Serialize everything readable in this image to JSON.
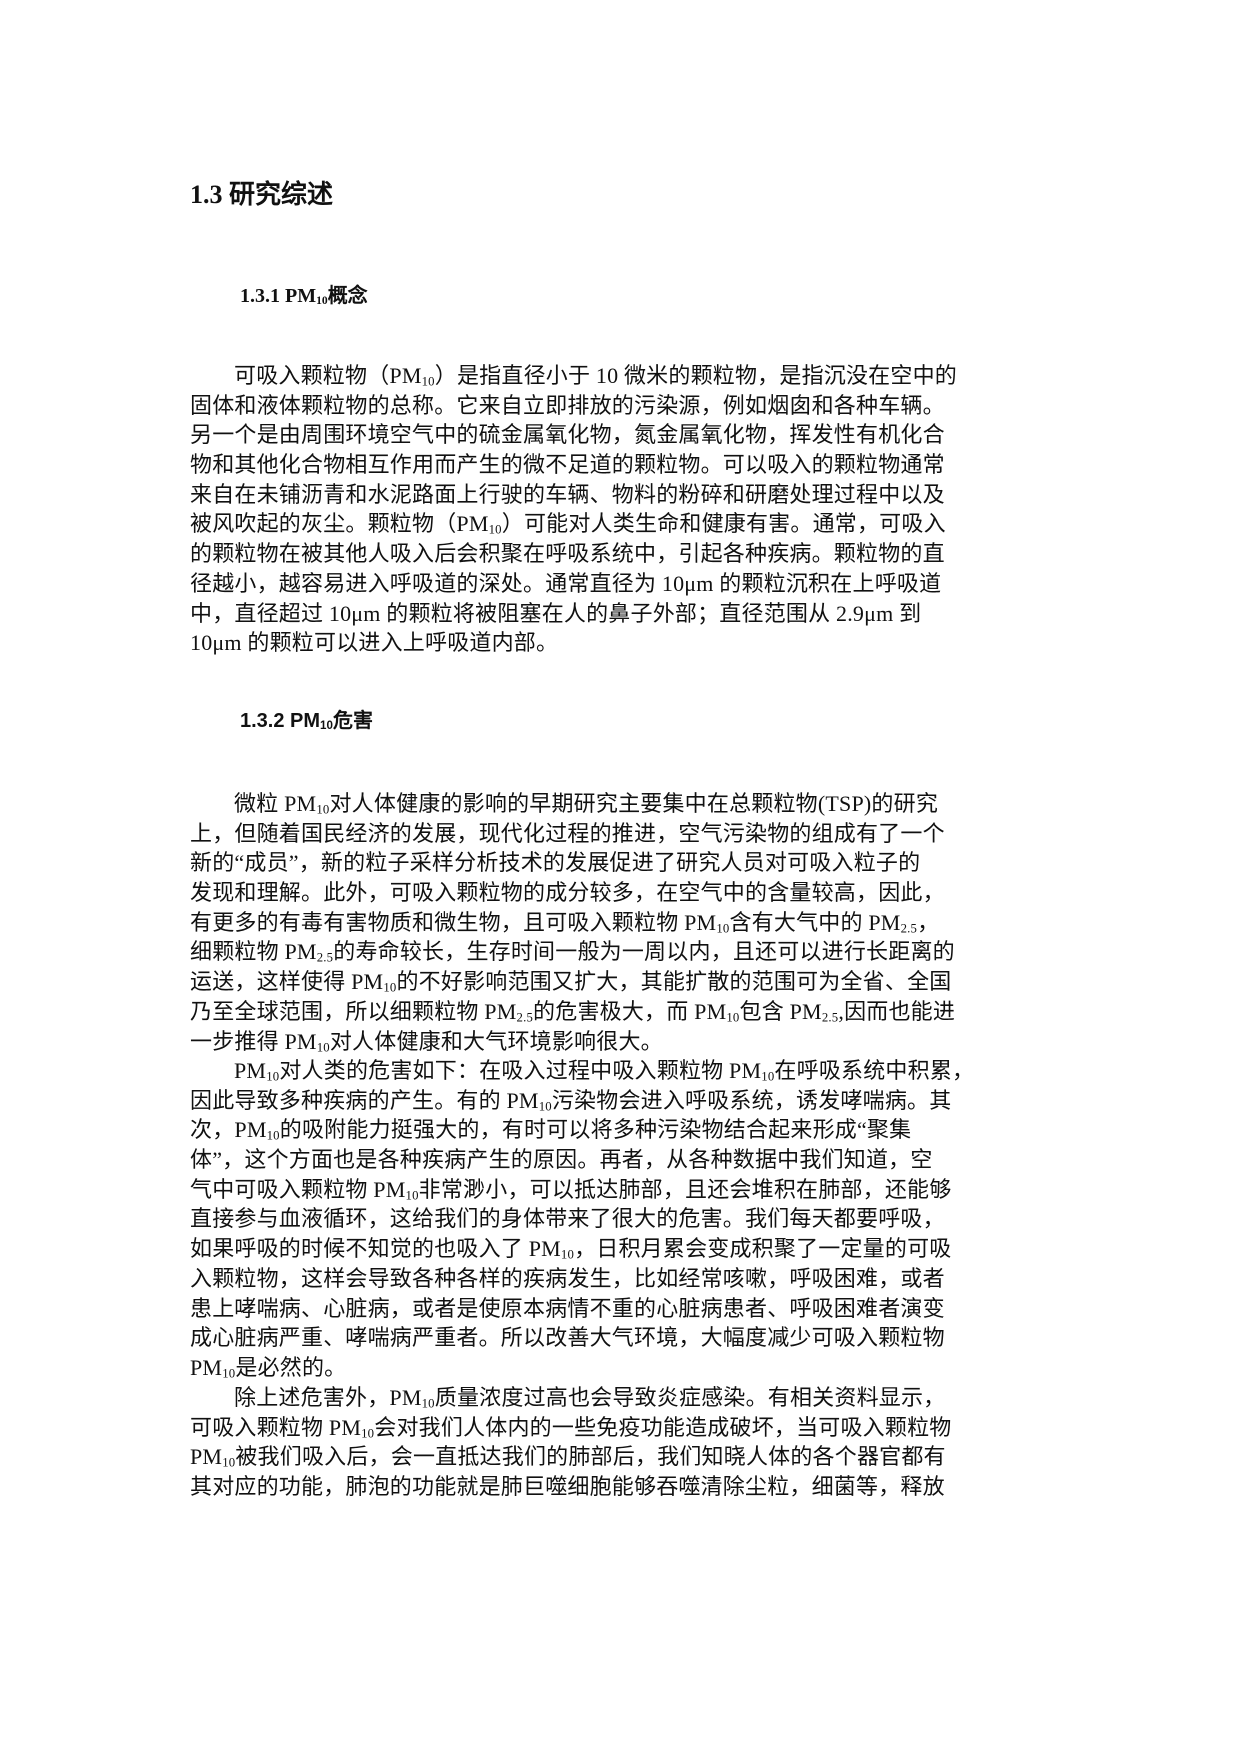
{
  "document": {
    "section_title": "1.3 研究综述",
    "subsections": [
      {
        "heading_prefix": "1.3.1 PM",
        "heading_sub": "10",
        "heading_suffix": "概念",
        "paragraphs": [
          {
            "lines": [
              [
                {
                  "t": "可吸入颗粒物（PM"
                },
                {
                  "s": "10"
                },
                {
                  "t": "）是指直径小于 10 微米的颗粒物，是指沉没在空中的"
                }
              ],
              [
                {
                  "t": "固体和液体颗粒物的总称。它来自立即排放的污染源，例如烟囱和各种车辆。"
                }
              ],
              [
                {
                  "t": "另一个是由周围环境空气中的硫金属氧化物，氮金属氧化物，挥发性有机化合"
                }
              ],
              [
                {
                  "t": "物和其他化合物相互作用而产生的微不足道的颗粒物。可以吸入的颗粒物通常"
                }
              ],
              [
                {
                  "t": "来自在未铺沥青和水泥路面上行驶的车辆、物料的粉碎和研磨处理过程中以及"
                }
              ],
              [
                {
                  "t": "被风吹起的灰尘。颗粒物（PM"
                },
                {
                  "s": "10"
                },
                {
                  "t": "）可能对人类生命和健康有害。通常，可吸入"
                }
              ],
              [
                {
                  "t": "的颗粒物在被其他人吸入后会积聚在呼吸系统中，引起各种疾病。颗粒物的直"
                }
              ],
              [
                {
                  "t": "径越小，越容易进入呼吸道的深处。通常直径为 10μm 的颗粒沉积在上呼吸道"
                }
              ],
              [
                {
                  "t": "中，直径超过 10μm 的颗粒将被阻塞在人的鼻子外部；直径范围从 2.9μm 到"
                }
              ],
              [
                {
                  "t": "10μm 的颗粒可以进入上呼吸道内部。"
                }
              ]
            ]
          }
        ]
      },
      {
        "heading_prefix": "1.3.2 PM",
        "heading_sub": "10",
        "heading_suffix": "危害",
        "paragraphs": [
          {
            "lines": [
              [
                {
                  "t": "微粒 PM"
                },
                {
                  "s": "10"
                },
                {
                  "t": "对人体健康的影响的早期研究主要集中在总颗粒物(TSP)的研究"
                }
              ],
              [
                {
                  "t": "上，但随着国民经济的发展，现代化过程的推进，空气污染物的组成有了一个"
                }
              ],
              [
                {
                  "t": "新的“成员”，新的粒子采样分析技术的发展促进了研究人员对可吸入粒子的"
                }
              ],
              [
                {
                  "t": "发现和理解。此外，可吸入颗粒物的成分较多，在空气中的含量较高，因此，"
                }
              ],
              [
                {
                  "t": "有更多的有毒有害物质和微生物，且可吸入颗粒物 PM"
                },
                {
                  "s": "10"
                },
                {
                  "t": "含有大气中的 PM"
                },
                {
                  "s": "2.5"
                },
                {
                  "t": "，"
                }
              ],
              [
                {
                  "t": "细颗粒物 PM"
                },
                {
                  "s": "2.5"
                },
                {
                  "t": "的寿命较长，生存时间一般为一周以内，且还可以进行长距离的"
                }
              ],
              [
                {
                  "t": "运送，这样使得 PM"
                },
                {
                  "s": "10"
                },
                {
                  "t": "的不好影响范围又扩大，其能扩散的范围可为全省、全国"
                }
              ],
              [
                {
                  "t": "乃至全球范围，所以细颗粒物 PM"
                },
                {
                  "s": "2.5"
                },
                {
                  "t": "的危害极大，而 PM"
                },
                {
                  "s": "10"
                },
                {
                  "t": "包含 PM"
                },
                {
                  "s": "2.5"
                },
                {
                  "t": ",因而也能进"
                }
              ],
              [
                {
                  "t": "一步推得 PM"
                },
                {
                  "s": "10"
                },
                {
                  "t": "对人体健康和大气环境影响很大。"
                }
              ]
            ]
          },
          {
            "lines": [
              [
                {
                  "t": "PM"
                },
                {
                  "s": "10"
                },
                {
                  "t": "对人类的危害如下：在吸入过程中吸入颗粒物 PM"
                },
                {
                  "s": "10"
                },
                {
                  "t": "在呼吸系统中积累，"
                }
              ],
              [
                {
                  "t": "因此导致多种疾病的产生。有的 PM"
                },
                {
                  "s": "10"
                },
                {
                  "t": "污染物会进入呼吸系统，诱发哮喘病。其"
                }
              ],
              [
                {
                  "t": "次，PM"
                },
                {
                  "s": "10"
                },
                {
                  "t": "的吸附能力挺强大的，有时可以将多种污染物结合起来形成“聚集"
                }
              ],
              [
                {
                  "t": "体”，这个方面也是各种疾病产生的原因。再者，从各种数据中我们知道，空"
                }
              ],
              [
                {
                  "t": "气中可吸入颗粒物 PM"
                },
                {
                  "s": "10"
                },
                {
                  "t": "非常渺小，可以抵达肺部，且还会堆积在肺部，还能够"
                }
              ],
              [
                {
                  "t": "直接参与血液循环，这给我们的身体带来了很大的危害。我们每天都要呼吸，"
                }
              ],
              [
                {
                  "t": "如果呼吸的时候不知觉的也吸入了 PM"
                },
                {
                  "s": "10"
                },
                {
                  "t": "，日积月累会变成积聚了一定量的可吸"
                }
              ],
              [
                {
                  "t": "入颗粒物，这样会导致各种各样的疾病发生，比如经常咳嗽，呼吸困难，或者"
                }
              ],
              [
                {
                  "t": "患上哮喘病、心脏病，或者是使原本病情不重的心脏病患者、呼吸困难者演变"
                }
              ],
              [
                {
                  "t": "成心脏病严重、哮喘病严重者。所以改善大气环境，大幅度减少可吸入颗粒物"
                }
              ],
              [
                {
                  "t": "PM"
                },
                {
                  "s": "10"
                },
                {
                  "t": "是必然的。"
                }
              ]
            ]
          },
          {
            "lines": [
              [
                {
                  "t": "除上述危害外，PM"
                },
                {
                  "s": "10"
                },
                {
                  "t": "质量浓度过高也会导致炎症感染。有相关资料显示，"
                }
              ],
              [
                {
                  "t": "可吸入颗粒物 PM"
                },
                {
                  "s": "10"
                },
                {
                  "t": "会对我们人体内的一些免疫功能造成破坏，当可吸入颗粒物"
                }
              ],
              [
                {
                  "t": "PM"
                },
                {
                  "s": "10"
                },
                {
                  "t": "被我们吸入后，会一直抵达我们的肺部后，我们知晓人体的各个器官都有"
                }
              ],
              [
                {
                  "t": "其对应的功能，肺泡的功能就是肺巨噬细胞能够吞噬清除尘粒，细菌等，释放"
                }
              ]
            ]
          }
        ]
      }
    ]
  }
}
